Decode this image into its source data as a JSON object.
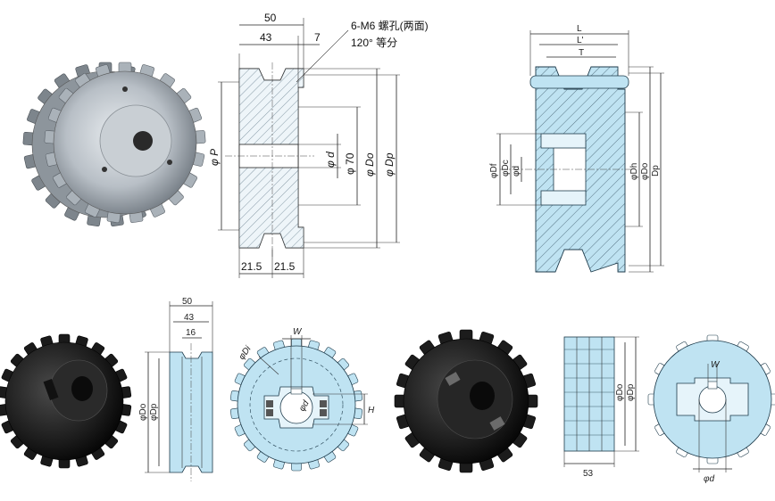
{
  "colors": {
    "steel_fill": "#cfe2ef",
    "plastic_fill": "#bfe3f2",
    "hatch": "#3a5160",
    "photo_black": "#1b1b1b",
    "photo_steel": "#b8bfc6"
  },
  "top_center_drawing": {
    "dim_overall_width": "50",
    "dim_hub_width": "43",
    "dim_offset": "7",
    "note_line1": "6-M6 螺孔(两面)",
    "note_line2": "120° 等分",
    "dim_pitch_diameter_left": "φ P",
    "dim_bore": "φ d",
    "dim_hub": "φ 70",
    "dim_outside": "φ Do",
    "dim_pitch": "φ Dp",
    "dim_bottom_left": "21.5",
    "dim_bottom_right": "21.5"
  },
  "top_right_drawing": {
    "dim_L": "L",
    "dim_L_prime": "L'",
    "dim_T": "T",
    "dim_Df": "φDf",
    "dim_Dc": "φDc",
    "dim_d": "φd",
    "dim_Dh": "φDh",
    "dim_Do": "φDo",
    "dim_Dp": "Dp"
  },
  "bottom_left_drawing": {
    "dim_50": "50",
    "dim_43": "43",
    "dim_16": "16",
    "dim_Do": "φDo",
    "dim_Dp": "φDp"
  },
  "bottom_front_view": {
    "dim_W": "W",
    "dim_Di": "φDi",
    "dim_d": "φd",
    "dim_H": "H"
  },
  "bottom_right_drawing": {
    "dim_Dp": "φDp",
    "dim_Do": "φDo",
    "dim_53": "53",
    "dim_W": "W",
    "dim_d": "φd"
  }
}
